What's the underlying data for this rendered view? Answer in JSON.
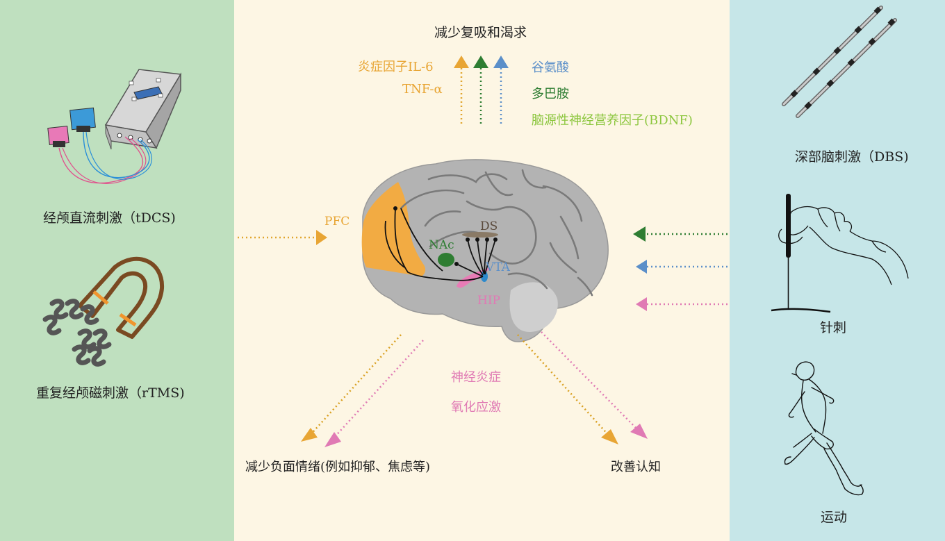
{
  "colors": {
    "left_panel": "#bfe0bf",
    "center_panel": "#fdf6e4",
    "right_panel": "#c6e6e8",
    "orange": "#e8a534",
    "dark_green": "#2e7d32",
    "blue": "#5b8fc9",
    "pink": "#e07ab4",
    "light_green": "#8cc63e",
    "dotted_orange": "#d9a021",
    "brain_gray": "#b3b3b3",
    "text_dark": "#222222"
  },
  "left": {
    "tdcs_label": "经颅直流刺激（tDCS)",
    "rtms_label": "重复经颅磁刺激（rTMS)",
    "tdcs_icon": "tdcs-device-icon",
    "rtms_icon": "coil-magnet-icon"
  },
  "right": {
    "dbs_label": "深部脑刺激（DBS)",
    "acupuncture_label": "针刺",
    "exercise_label": "运动",
    "dbs_icon": "electrode-leads-icon",
    "acupuncture_icon": "needle-hand-icon",
    "exercise_icon": "runner-icon"
  },
  "center": {
    "top_title": "减少复吸和渴求",
    "inflam_1": "炎症因子IL-6",
    "inflam_2": "TNF-α",
    "glutamate": "谷氨酸",
    "dopamine": "多巴胺",
    "bdnf": "脑源性神经营养因子(BDNF)",
    "pfc": "PFC",
    "ds": "DS",
    "nac": "NAc",
    "vta": "VTA",
    "hip": "HIP",
    "neuroinflammation": "神经炎症",
    "oxidative_stress": "氧化应激",
    "negative_emotion": "减少负面情绪(例如抑郁、焦虑等)",
    "cognition": "改善认知",
    "brain_icon": "brain-icon"
  }
}
